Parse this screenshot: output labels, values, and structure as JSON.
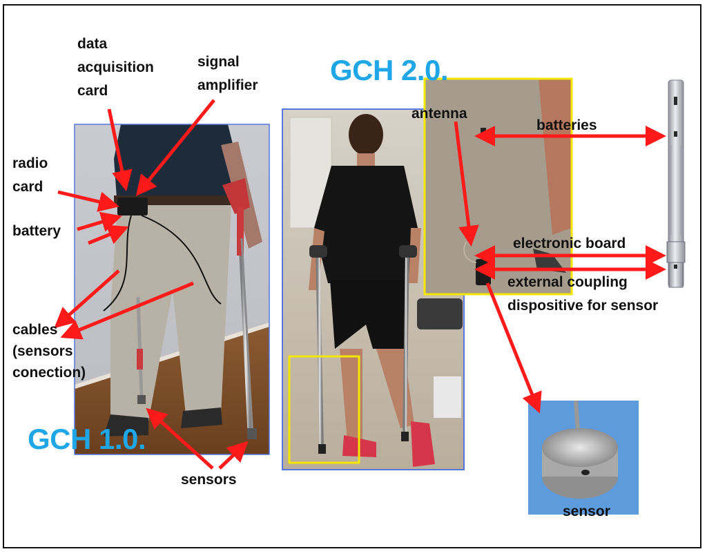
{
  "titles": {
    "gch1": "GCH 1.0.",
    "gch2": "GCH 2.0."
  },
  "labels": {
    "data_card": "data\n acquisition\n card",
    "signal_amp": "signal\namplifier",
    "radio_card": "radio\ncard",
    "battery": "battery",
    "cables": "cables\n(sensors\nconection)",
    "sensors": "sensors",
    "antenna": "antenna",
    "batteries": "batteries",
    "electronic_board": "electronic board",
    "external_coupling": "external coupling\ndispositive for sensor",
    "sensor": "sensor"
  },
  "colors": {
    "title_blue": "#1ea6e6",
    "arrow_red": "#ff1a1a",
    "highlight_yellow": "#f5e600",
    "photo_border": "#5577dd"
  }
}
